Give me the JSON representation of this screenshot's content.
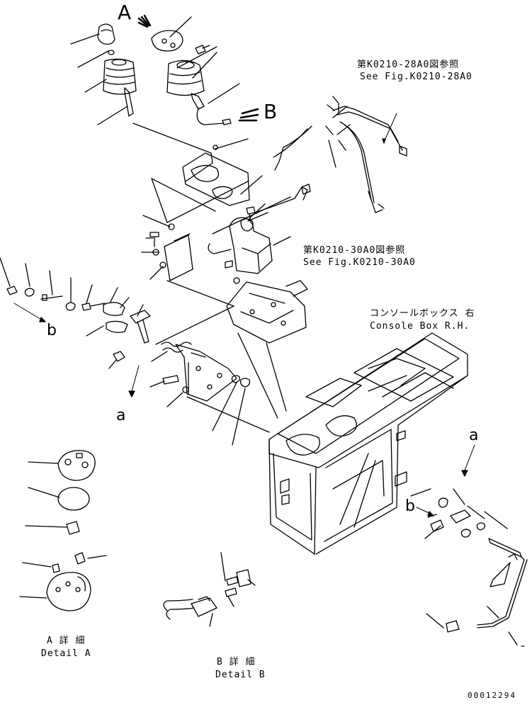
{
  "figure": {
    "view_label_a": "A",
    "view_label_b": "B",
    "ref_upper_jp": "第K0210-28A0図参照",
    "ref_upper_en": "See Fig.K0210-28A0",
    "ref_mid_jp": "第K0210-30A0図参照",
    "ref_mid_en": "See Fig.K0210-30A0",
    "console_jp": "コンソールボックス 右",
    "console_en": "Console Box R.H.",
    "arrow_b_left": "b",
    "arrow_a_left": "a",
    "arrow_a_right": "a",
    "arrow_b_right": "b",
    "detail_a_jp": "A 詳 細",
    "detail_a_en": "Detail A",
    "detail_b_jp": "B 詳 細",
    "detail_b_en": "Detail B",
    "drawing_number": "00012294"
  },
  "colors": {
    "ink": "#000000",
    "paper": "#ffffff"
  }
}
